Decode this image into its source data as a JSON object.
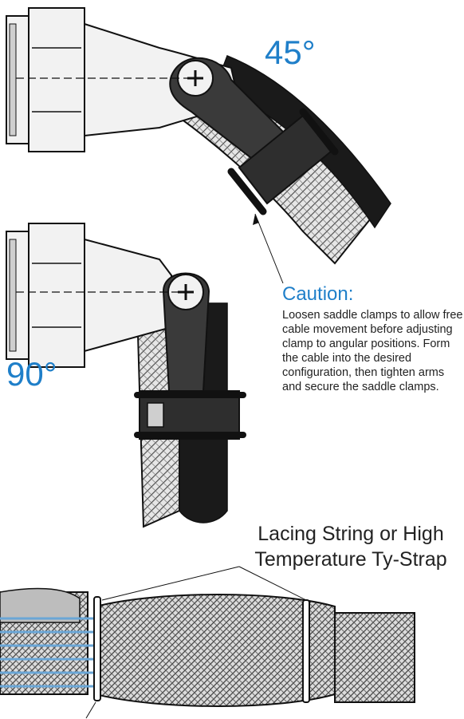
{
  "angles": {
    "label_45": "45°",
    "label_90": "90°"
  },
  "caution": {
    "title": "Caution:",
    "text": "Loosen saddle clamps to allow free cable movement before adjusting clamp to angular positions.  Form the cable into the desired configuration, then tighten arms and secure the saddle clamps."
  },
  "lacing": {
    "label": "Lacing String or High Temperature Ty-Strap"
  },
  "colors": {
    "accent": "#1f7fc9",
    "metal_fill": "#f2f2f2",
    "dark_part": "#333333",
    "outline": "#111111"
  }
}
